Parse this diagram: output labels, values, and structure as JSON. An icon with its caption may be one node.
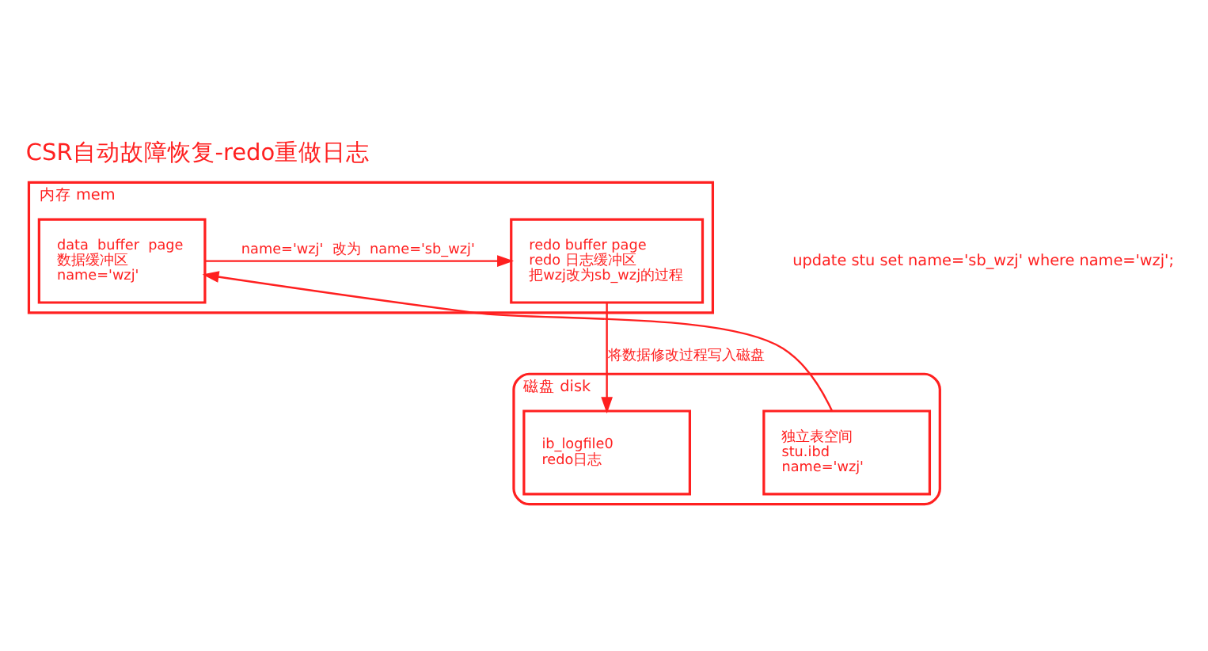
{
  "diagram": {
    "title": "CSR自动故障恢复-redo重做日志",
    "nodes": [
      {
        "text": [
          "内存 mem"
        ]
      },
      {
        "text": [
          "data  buffer  page",
          "数据缓冲区",
          "name='wzj'"
        ],
        "in": 0
      },
      {
        "text": [
          "redo buffer page",
          "redo 日志缓冲区",
          "把wzj改为sb_wzj的过程"
        ],
        "in": 0
      },
      {
        "text": [
          "磁盘 disk"
        ]
      },
      {
        "text": [
          "独立表空间",
          "stu.ibd",
          "name='wzj'"
        ],
        "in": 3
      },
      {
        "text": [
          "ib_logfile0",
          "redo日志"
        ],
        "in": 3
      }
    ],
    "edges": [
      {
        "from": 1,
        "to": 2,
        "arrow": "to",
        "label": "name='wzj'  改为  name='sb_wzj'"
      },
      {
        "from": 4,
        "to": 1,
        "arrow": "to"
      },
      {
        "from": 2,
        "to": 5,
        "arrow": "to",
        "label": "将数据修改过程写入磁盘"
      }
    ],
    "labels": [
      "update stu set name='sb_wzj' where name='wzj';"
    ]
  }
}
